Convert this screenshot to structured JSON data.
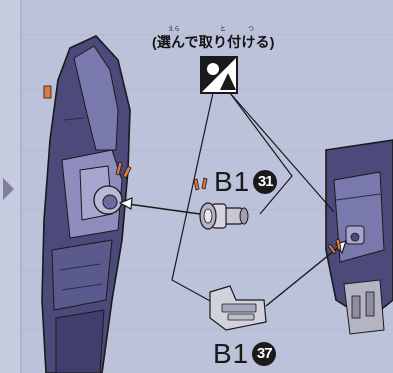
{
  "instruction": {
    "text": "(選んで取り付ける)",
    "ruby_erabu": "えら",
    "ruby_to": "と",
    "ruby_tsu": "つ"
  },
  "parts": [
    {
      "runner": "B1",
      "number": "31"
    },
    {
      "runner": "B1",
      "number": "37"
    }
  ],
  "colors": {
    "background": "#bcc2d9",
    "armor_dark": "#4b4a7a",
    "armor_mid": "#6f6ea3",
    "armor_light": "#9c9cc8",
    "joint_grey": "#b4b4c2",
    "accent_orange": "#e07a3c",
    "line": "#1a1a1a"
  },
  "icons": [
    "choose-one-symbol-icon",
    "assembly-arrow-icon",
    "attention-mark-icon"
  ]
}
